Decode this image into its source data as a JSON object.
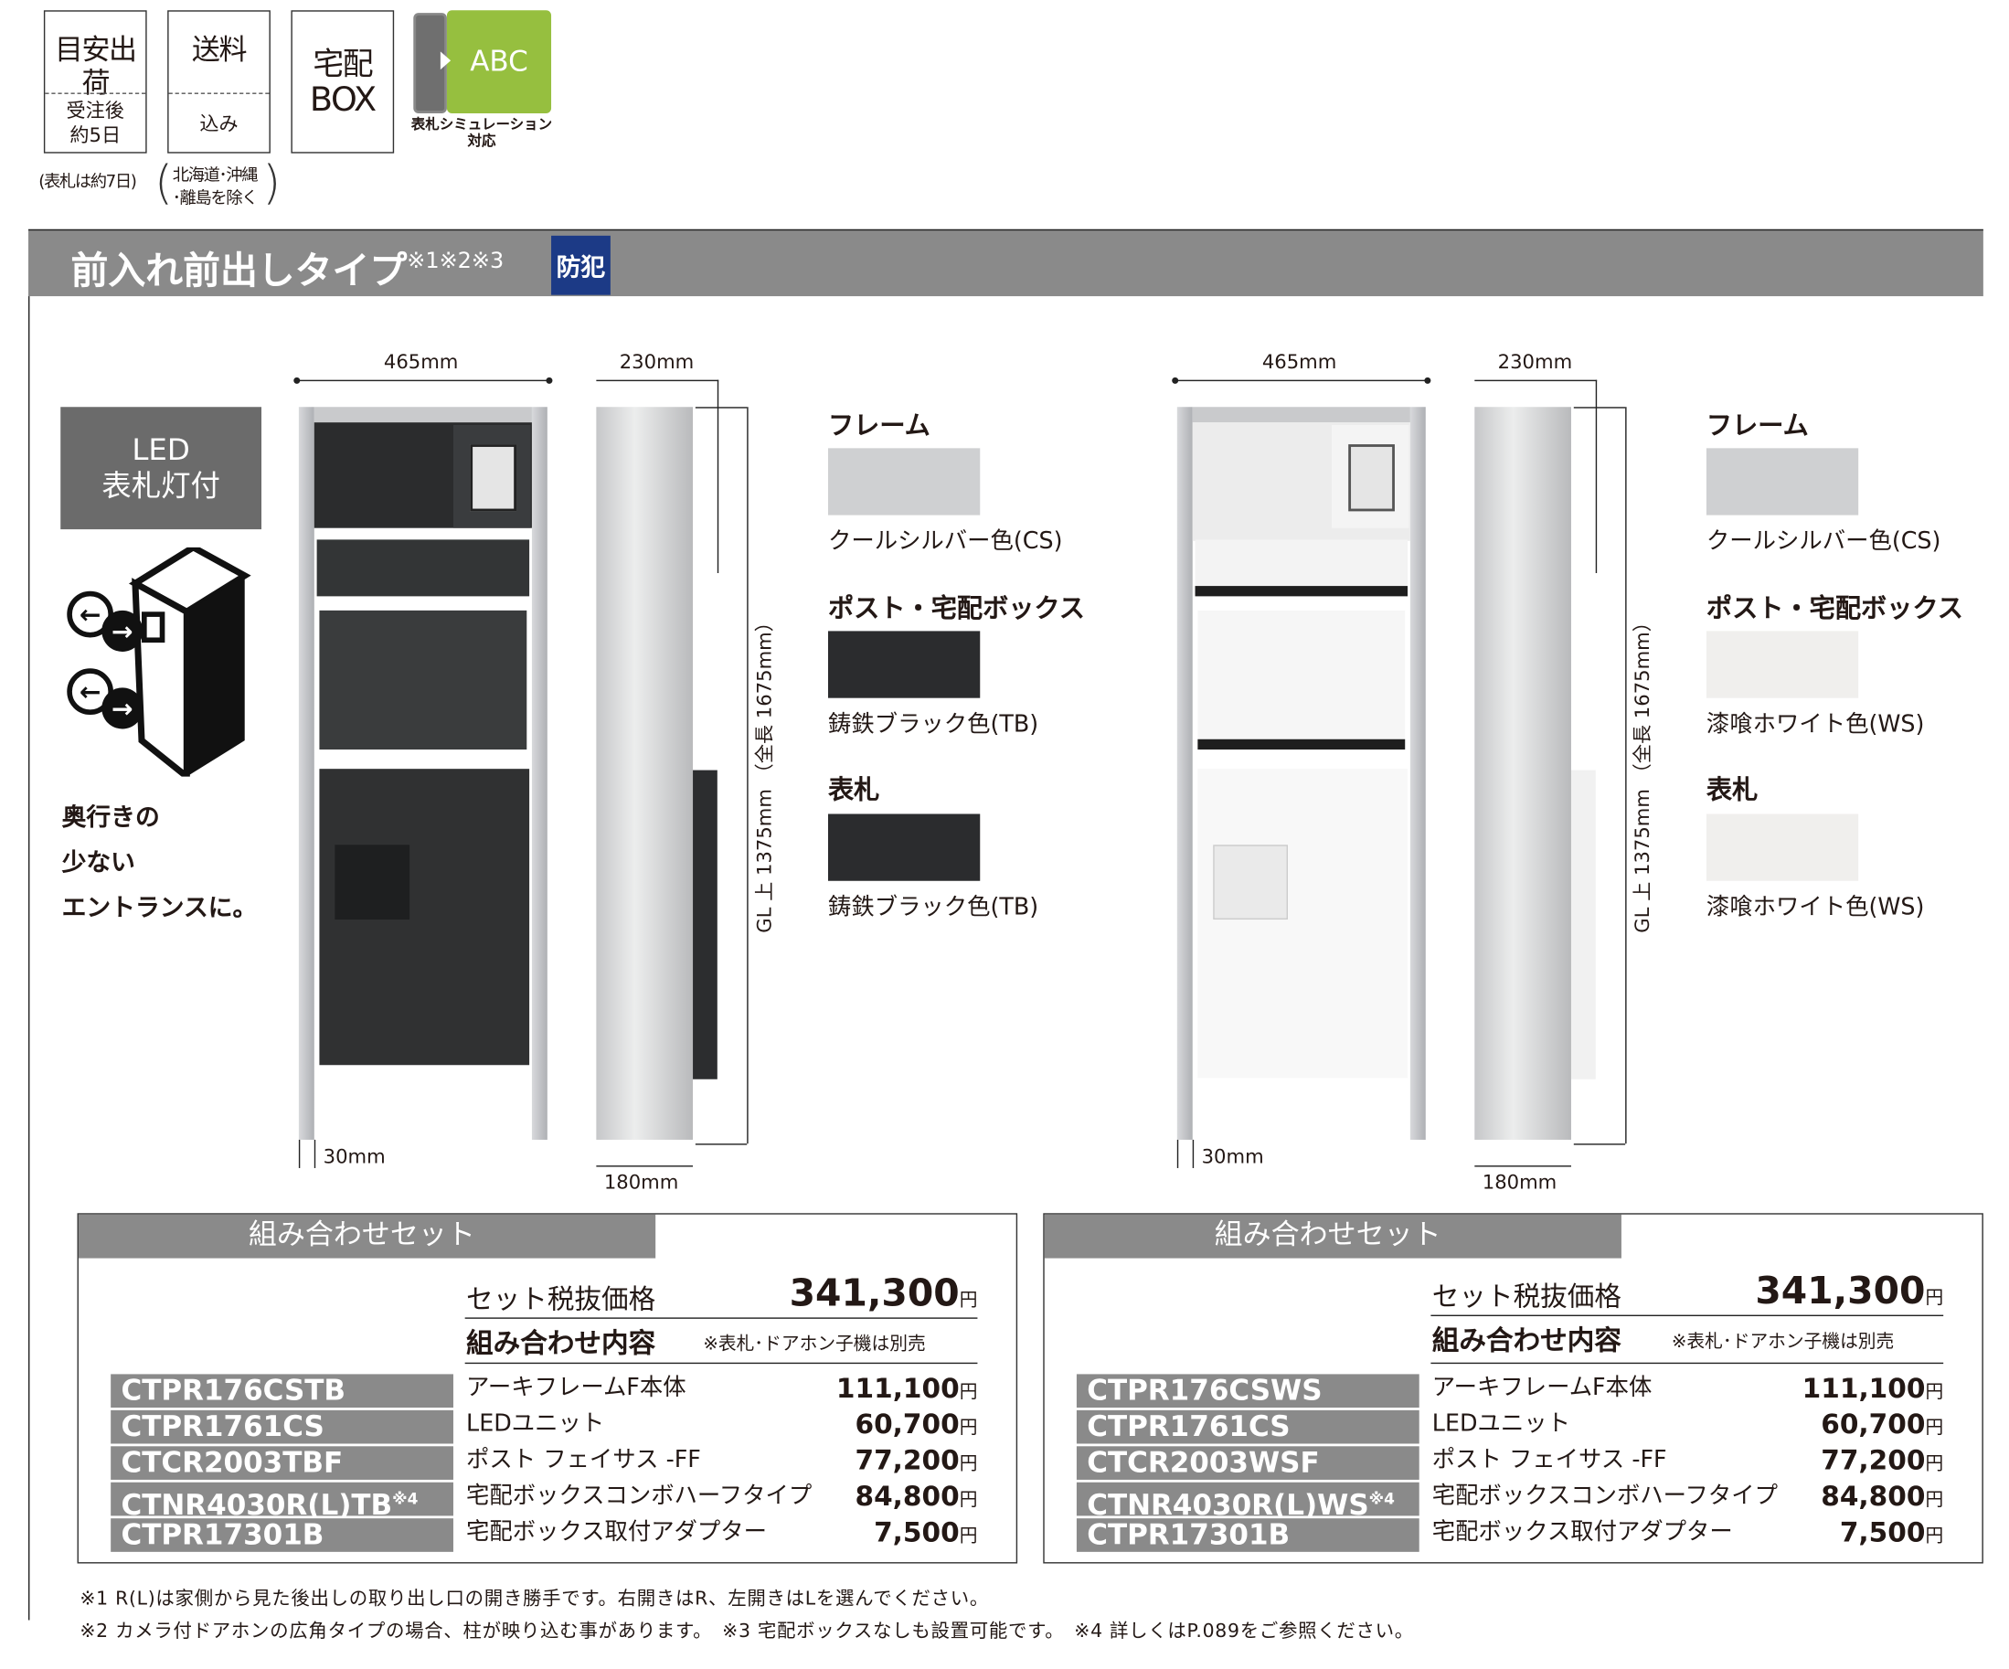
{
  "badges": {
    "shipping": {
      "title": "目安出荷",
      "value": "受注後 約5日",
      "note": "(表札は約7日)"
    },
    "postage": {
      "title": "送料",
      "value": "込み",
      "note": "北海道･沖縄 ･離島を除く"
    },
    "delivery_box": {
      "title_line1": "宅配",
      "title_line2": "BOX"
    },
    "simulation": {
      "icon_text": "ABC",
      "caption_line1": "表札シミュレーション",
      "caption_line2": "対応",
      "color": "#96bf3f"
    }
  },
  "section": {
    "title": "前入れ前出しタイプ",
    "notes": "※1※2※3",
    "badge": "防犯",
    "badge_color": "#1c3a86"
  },
  "feature": {
    "led_line1": "LED",
    "led_line2": "表札灯付",
    "catch": [
      "奥行きの",
      "少ない",
      "エントランスに。"
    ]
  },
  "products": [
    {
      "dims": {
        "width": "465mm",
        "depth": "230mm",
        "height": "GL 上 1375mm （全長 1675mm）",
        "frame": "30mm",
        "base": "180mm"
      },
      "swatches": [
        {
          "title": "フレーム",
          "label": "クールシルバー色(CS)",
          "color": "#cfd0d2"
        },
        {
          "title": "ポスト・宅配ボックス",
          "label": "鋳鉄ブラック色(TB)",
          "color": "#2b2c2e"
        },
        {
          "title": "表札",
          "label": "鋳鉄ブラック色(TB)",
          "color": "#2b2c2e"
        }
      ],
      "set": {
        "header": "組み合わせセット",
        "price_label": "セット税抜価格",
        "price": "341,300",
        "yen": "円",
        "contents_label": "組み合わせ内容",
        "contents_note": "※表札･ドアホン子機は別売",
        "items": [
          {
            "code": "CTPR176CSTB",
            "sup": "",
            "name": "アーキフレームF本体",
            "price": "111,100"
          },
          {
            "code": "CTPR1761CS",
            "sup": "",
            "name": "LEDユニット",
            "price": "60,700"
          },
          {
            "code": "CTCR2003TBF",
            "sup": "",
            "name": "ポスト フェイサス -FF",
            "price": "77,200"
          },
          {
            "code": "CTNR4030R(L)TB",
            "sup": "※4",
            "name": "宅配ボックスコンボハーフタイプ",
            "price": "84,800"
          },
          {
            "code": "CTPR17301B",
            "sup": "",
            "name": "宅配ボックス取付アダプター",
            "price": "7,500"
          }
        ]
      }
    },
    {
      "dims": {
        "width": "465mm",
        "depth": "230mm",
        "height": "GL 上 1375mm （全長 1675mm）",
        "frame": "30mm",
        "base": "180mm"
      },
      "swatches": [
        {
          "title": "フレーム",
          "label": "クールシルバー色(CS)",
          "color": "#cfd0d2"
        },
        {
          "title": "ポスト・宅配ボックス",
          "label": "漆喰ホワイト色(WS)",
          "color": "#f0efed"
        },
        {
          "title": "表札",
          "label": "漆喰ホワイト色(WS)",
          "color": "#f0efed"
        }
      ],
      "set": {
        "header": "組み合わせセット",
        "price_label": "セット税抜価格",
        "price": "341,300",
        "yen": "円",
        "contents_label": "組み合わせ内容",
        "contents_note": "※表札･ドアホン子機は別売",
        "items": [
          {
            "code": "CTPR176CSWS",
            "sup": "",
            "name": "アーキフレームF本体",
            "price": "111,100"
          },
          {
            "code": "CTPR1761CS",
            "sup": "",
            "name": "LEDユニット",
            "price": "60,700"
          },
          {
            "code": "CTCR2003WSF",
            "sup": "",
            "name": "ポスト フェイサス -FF",
            "price": "77,200"
          },
          {
            "code": "CTNR4030R(L)WS",
            "sup": "※4",
            "name": "宅配ボックスコンボハーフタイプ",
            "price": "84,800"
          },
          {
            "code": "CTPR17301B",
            "sup": "",
            "name": "宅配ボックス取付アダプター",
            "price": "7,500"
          }
        ]
      }
    }
  ],
  "footnotes": [
    "※1 R(L)は家側から見た後出しの取り出し口の開き勝手です。右開きはR、左開きはLを選んでください。",
    "※2 カメラ付ドアホンの広角タイプの場合、柱が映り込む事があります。　※3 宅配ボックスなしも設置可能です。　※4 詳しくはP.089をご参照ください。"
  ]
}
